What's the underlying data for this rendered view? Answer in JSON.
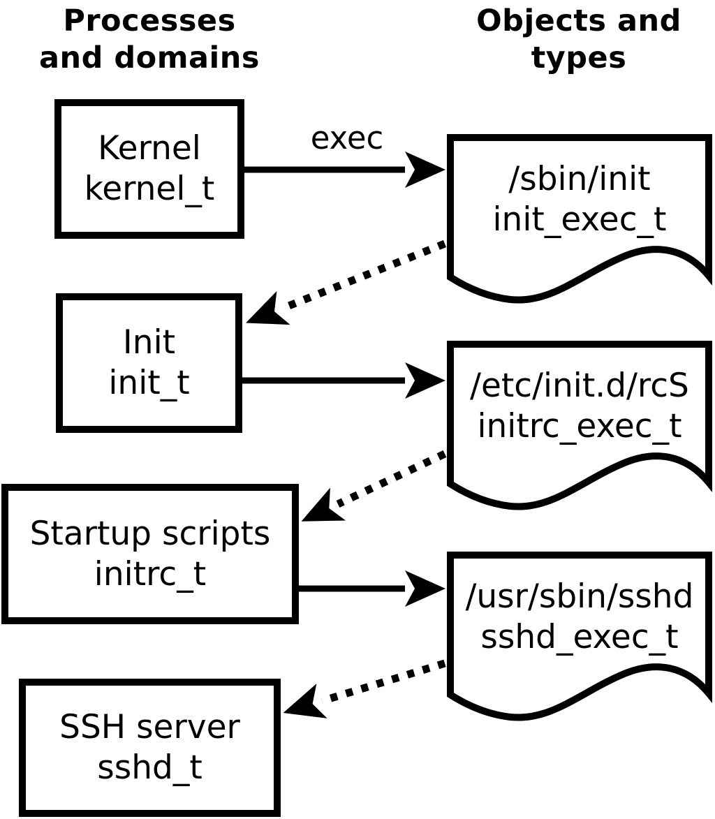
{
  "columns": {
    "left": {
      "line1": "Processes",
      "line2": "and domains"
    },
    "right": {
      "line1": "Objects and",
      "line2": "types"
    }
  },
  "processes": [
    {
      "id": "kernel",
      "name": "Kernel",
      "type": "kernel_t"
    },
    {
      "id": "init",
      "name": "Init",
      "type": "init_t"
    },
    {
      "id": "initrc",
      "name": "Startup scripts",
      "type": "initrc_t"
    },
    {
      "id": "sshd",
      "name": "SSH server",
      "type": "sshd_t"
    }
  ],
  "objects": [
    {
      "id": "init_exec",
      "path": "/sbin/init",
      "type": "init_exec_t"
    },
    {
      "id": "initrc_exec",
      "path": "/etc/init.d/rcS",
      "type": "initrc_exec_t"
    },
    {
      "id": "sshd_exec",
      "path": "/usr/sbin/sshd",
      "type": "sshd_exec_t"
    }
  ],
  "edges": [
    {
      "from": "kernel_t",
      "to": "init_exec_t",
      "style": "solid",
      "label": "exec"
    },
    {
      "from": "init_exec_t",
      "to": "init_t",
      "style": "dotted",
      "label": ""
    },
    {
      "from": "init_t",
      "to": "initrc_exec_t",
      "style": "solid",
      "label": ""
    },
    {
      "from": "initrc_exec_t",
      "to": "initrc_t",
      "style": "dotted",
      "label": ""
    },
    {
      "from": "initrc_t",
      "to": "sshd_exec_t",
      "style": "solid",
      "label": ""
    },
    {
      "from": "sshd_exec_t",
      "to": "sshd_t",
      "style": "dotted",
      "label": ""
    }
  ],
  "colors": {
    "ink": "#000000",
    "background": "#ffffff"
  }
}
